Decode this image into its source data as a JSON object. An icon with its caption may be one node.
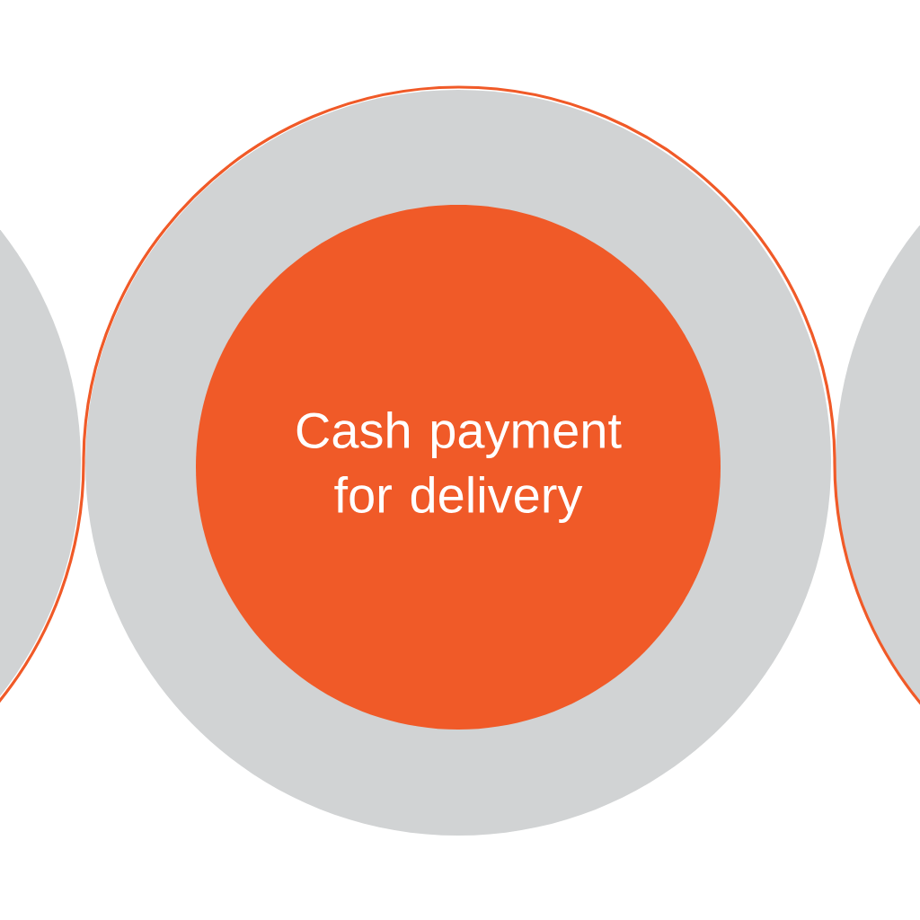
{
  "diagram": {
    "nodes": [
      {
        "text": [],
        "shape": "circle"
      },
      {
        "text": [],
        "shape": "circle"
      },
      {
        "text": [
          "Cash payment for delivery"
        ],
        "in": 1
      },
      {
        "text": [],
        "shape": "circle"
      }
    ],
    "edges": [
      {
        "from": 0,
        "to": 3,
        "arrow": "none"
      }
    ]
  }
}
